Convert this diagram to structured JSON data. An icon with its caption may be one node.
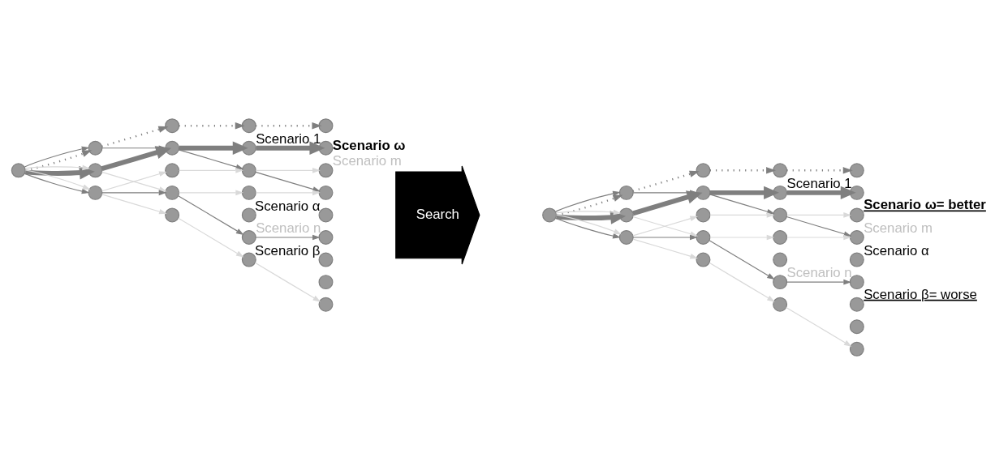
{
  "diagram": {
    "nodes": [
      {
        "text": [],
        "shape": "circle"
      },
      {
        "text": [],
        "shape": "circle"
      },
      {
        "text": [],
        "shape": "circle"
      },
      {
        "text": [],
        "shape": "circle"
      },
      {
        "text": [],
        "shape": "circle"
      },
      {
        "text": [],
        "shape": "circle"
      },
      {
        "text": [],
        "shape": "circle"
      },
      {
        "text": [],
        "shape": "circle"
      },
      {
        "text": [],
        "shape": "circle"
      },
      {
        "text": [],
        "shape": "circle"
      },
      {
        "text": [],
        "shape": "circle"
      },
      {
        "text": [],
        "shape": "circle"
      },
      {
        "text": [],
        "shape": "circle"
      },
      {
        "text": [],
        "shape": "circle"
      },
      {
        "text": [],
        "shape": "circle"
      },
      {
        "text": [],
        "shape": "circle"
      },
      {
        "text": [],
        "shape": "circle",
        "beside": [
          "Scenario 1"
        ]
      },
      {
        "text": [],
        "shape": "circle",
        "beside": [
          "Scenario ω"
        ]
      },
      {
        "text": [],
        "shape": "circle",
        "beside": [
          "Scenario m"
        ]
      },
      {
        "text": [],
        "shape": "circle",
        "beside": [
          "Scenario α"
        ]
      },
      {
        "text": [],
        "shape": "circle",
        "beside": [
          "Scenario n"
        ]
      },
      {
        "text": [],
        "shape": "circle",
        "beside": [
          "Scenario β"
        ]
      },
      {
        "text": [],
        "shape": "circle"
      },
      {
        "text": [],
        "shape": "circle"
      },
      {
        "text": [],
        "shape": "circle"
      },
      {
        "text": [
          "Search"
        ]
      },
      {
        "text": [],
        "shape": "circle"
      },
      {
        "text": [],
        "shape": "circle"
      },
      {
        "text": [],
        "shape": "circle"
      },
      {
        "text": [],
        "shape": "circle"
      },
      {
        "text": [],
        "shape": "circle"
      },
      {
        "text": [],
        "shape": "circle"
      },
      {
        "text": [],
        "shape": "circle"
      },
      {
        "text": [],
        "shape": "circle"
      },
      {
        "text": [],
        "shape": "circle"
      },
      {
        "text": [],
        "shape": "circle"
      },
      {
        "text": [],
        "shape": "circle"
      },
      {
        "text": [],
        "shape": "circle"
      },
      {
        "text": [],
        "shape": "circle"
      },
      {
        "text": [],
        "shape": "circle"
      },
      {
        "text": [],
        "shape": "circle"
      },
      {
        "text": [],
        "shape": "circle"
      },
      {
        "text": [],
        "shape": "circle",
        "beside": [
          "Scenario 1"
        ]
      },
      {
        "text": [],
        "shape": "circle",
        "beside": [
          "Scenario ω= better"
        ]
      },
      {
        "text": [],
        "shape": "circle",
        "beside": [
          "Scenario m"
        ]
      },
      {
        "text": [],
        "shape": "circle",
        "beside": [
          "Scenario α"
        ]
      },
      {
        "text": [],
        "shape": "circle",
        "beside": [
          "Scenario n"
        ]
      },
      {
        "text": [],
        "shape": "circle",
        "beside": [
          "Scenario β= worse"
        ]
      },
      {
        "text": [],
        "shape": "circle"
      },
      {
        "text": [],
        "shape": "circle"
      },
      {
        "text": [],
        "shape": "circle"
      }
    ],
    "edges": [
      {
        "from": 0,
        "to": 1,
        "arrow": "to",
        "style": "dashed"
      },
      {
        "from": 0,
        "to": 1,
        "arrow": "to"
      },
      {
        "from": 0,
        "to": 2,
        "arrow": "to",
        "style": "thick"
      },
      {
        "from": 0,
        "to": 2,
        "arrow": "to",
        "color": "#d9d9d9"
      },
      {
        "from": 0,
        "to": 3,
        "arrow": "to"
      },
      {
        "from": 0,
        "to": 3,
        "arrow": "to",
        "color": "#d9d9d9"
      },
      {
        "from": 1,
        "to": 4,
        "arrow": "to",
        "style": "dashed"
      },
      {
        "from": 1,
        "to": 5,
        "arrow": "to"
      },
      {
        "from": 2,
        "to": 5,
        "arrow": "to",
        "style": "thick"
      },
      {
        "from": 2,
        "to": 7,
        "arrow": "to",
        "color": "#d9d9d9"
      },
      {
        "from": 3,
        "to": 6,
        "arrow": "to",
        "color": "#d9d9d9"
      },
      {
        "from": 3,
        "to": 7,
        "arrow": "to"
      },
      {
        "from": 3,
        "to": 8,
        "arrow": "to",
        "color": "#d9d9d9"
      },
      {
        "from": 4,
        "to": 9,
        "arrow": "to",
        "style": "dashed"
      },
      {
        "from": 5,
        "to": 10,
        "arrow": "to",
        "style": "thick"
      },
      {
        "from": 5,
        "to": 11,
        "arrow": "to"
      },
      {
        "from": 6,
        "to": 11,
        "arrow": "to",
        "color": "#d9d9d9"
      },
      {
        "from": 7,
        "to": 12,
        "arrow": "to",
        "color": "#d9d9d9"
      },
      {
        "from": 7,
        "to": 14,
        "arrow": "to"
      },
      {
        "from": 8,
        "to": 15,
        "arrow": "to",
        "color": "#d9d9d9"
      },
      {
        "from": 9,
        "to": 16,
        "arrow": "to",
        "style": "dashed"
      },
      {
        "from": 10,
        "to": 17,
        "arrow": "to",
        "style": "thick"
      },
      {
        "from": 11,
        "to": 18,
        "arrow": "to",
        "color": "#d9d9d9"
      },
      {
        "from": 11,
        "to": 19,
        "arrow": "to"
      },
      {
        "from": 12,
        "to": 19,
        "arrow": "to",
        "color": "#d9d9d9"
      },
      {
        "from": 14,
        "to": 21,
        "arrow": "to"
      },
      {
        "from": 15,
        "to": 24,
        "arrow": "to",
        "color": "#d9d9d9"
      },
      {
        "from": 26,
        "to": 27,
        "arrow": "to",
        "style": "dashed"
      },
      {
        "from": 26,
        "to": 27,
        "arrow": "to"
      },
      {
        "from": 26,
        "to": 28,
        "arrow": "to",
        "style": "thick"
      },
      {
        "from": 26,
        "to": 28,
        "arrow": "to",
        "color": "#d9d9d9"
      },
      {
        "from": 26,
        "to": 29,
        "arrow": "to"
      },
      {
        "from": 26,
        "to": 29,
        "arrow": "to",
        "color": "#d9d9d9"
      },
      {
        "from": 27,
        "to": 30,
        "arrow": "to",
        "style": "dashed"
      },
      {
        "from": 27,
        "to": 31,
        "arrow": "to"
      },
      {
        "from": 28,
        "to": 31,
        "arrow": "to",
        "style": "thick"
      },
      {
        "from": 28,
        "to": 33,
        "arrow": "to",
        "color": "#d9d9d9"
      },
      {
        "from": 29,
        "to": 32,
        "arrow": "to",
        "color": "#d9d9d9"
      },
      {
        "from": 29,
        "to": 33,
        "arrow": "to"
      },
      {
        "from": 29,
        "to": 34,
        "arrow": "to",
        "color": "#d9d9d9"
      },
      {
        "from": 30,
        "to": 35,
        "arrow": "to",
        "style": "dashed"
      },
      {
        "from": 31,
        "to": 36,
        "arrow": "to",
        "style": "thick"
      },
      {
        "from": 31,
        "to": 37,
        "arrow": "to"
      },
      {
        "from": 32,
        "to": 37,
        "arrow": "to",
        "color": "#d9d9d9"
      },
      {
        "from": 33,
        "to": 38,
        "arrow": "to",
        "color": "#d9d9d9"
      },
      {
        "from": 33,
        "to": 40,
        "arrow": "to"
      },
      {
        "from": 34,
        "to": 41,
        "arrow": "to",
        "color": "#d9d9d9"
      },
      {
        "from": 35,
        "to": 42,
        "arrow": "to",
        "style": "dashed"
      },
      {
        "from": 36,
        "to": 43,
        "arrow": "to",
        "style": "thick"
      },
      {
        "from": 37,
        "to": 44,
        "arrow": "to",
        "color": "#d9d9d9"
      },
      {
        "from": 37,
        "to": 45,
        "arrow": "to"
      },
      {
        "from": 38,
        "to": 45,
        "arrow": "to",
        "color": "#d9d9d9"
      },
      {
        "from": 40,
        "to": 47,
        "arrow": "to"
      },
      {
        "from": 41,
        "to": 50,
        "arrow": "to",
        "color": "#d9d9d9"
      }
    ]
  }
}
